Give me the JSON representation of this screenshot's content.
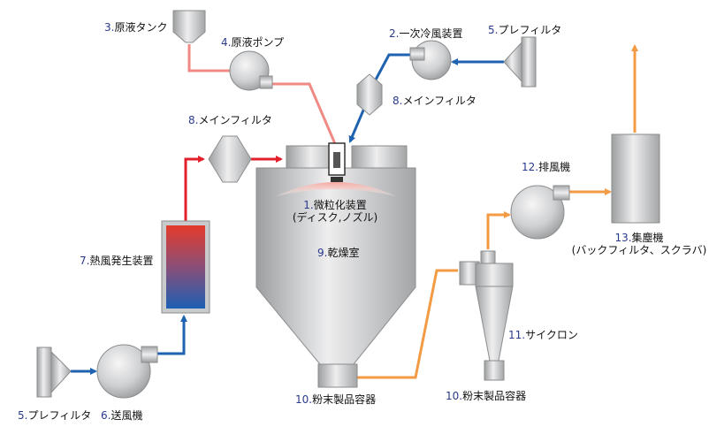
{
  "labels": {
    "raw_tank": {
      "num": "3.",
      "text": "原液タンク"
    },
    "raw_pump": {
      "num": "4.",
      "text": "原液ポンプ"
    },
    "primary_cooling": {
      "num": "2.",
      "text": "一次冷風装置"
    },
    "prefilter_top": {
      "num": "5.",
      "text": "プレフィルタ"
    },
    "main_filter_top": {
      "num": "8.",
      "text": "メインフィルタ"
    },
    "main_filter_left": {
      "num": "8.",
      "text": "メインフィルタ"
    },
    "atomizer": {
      "num": "1.",
      "text": "微粒化装置",
      "sub": "(ディスク,ノズル)"
    },
    "drying_chamber": {
      "num": "9.",
      "text": "乾燥室"
    },
    "heater": {
      "num": "7.",
      "text": "熱風発生装置"
    },
    "exhaust_fan": {
      "num": "12.",
      "text": "排風機"
    },
    "dust_collector": {
      "num": "13.",
      "text": "集塵機",
      "sub": "(バックフィルタ、スクラバ)"
    },
    "cyclone": {
      "num": "11.",
      "text": "サイクロン"
    },
    "powder_left": {
      "num": "10.",
      "text": "粉末製品容器"
    },
    "powder_right": {
      "num": "10.",
      "text": "粉末製品容器"
    },
    "prefilter_bottom": {
      "num": "5.",
      "text": "プレフィルタ"
    },
    "blower": {
      "num": "6.",
      "text": "送風機"
    }
  },
  "colors": {
    "liquid_line": "#f08a85",
    "cool_air_line": "#1f63b0",
    "hot_air_line": "#e0202a",
    "exhaust_line": "#f39a45",
    "equipment_fill": "#c9cacc",
    "equipment_stroke": "#8a8c8e"
  }
}
